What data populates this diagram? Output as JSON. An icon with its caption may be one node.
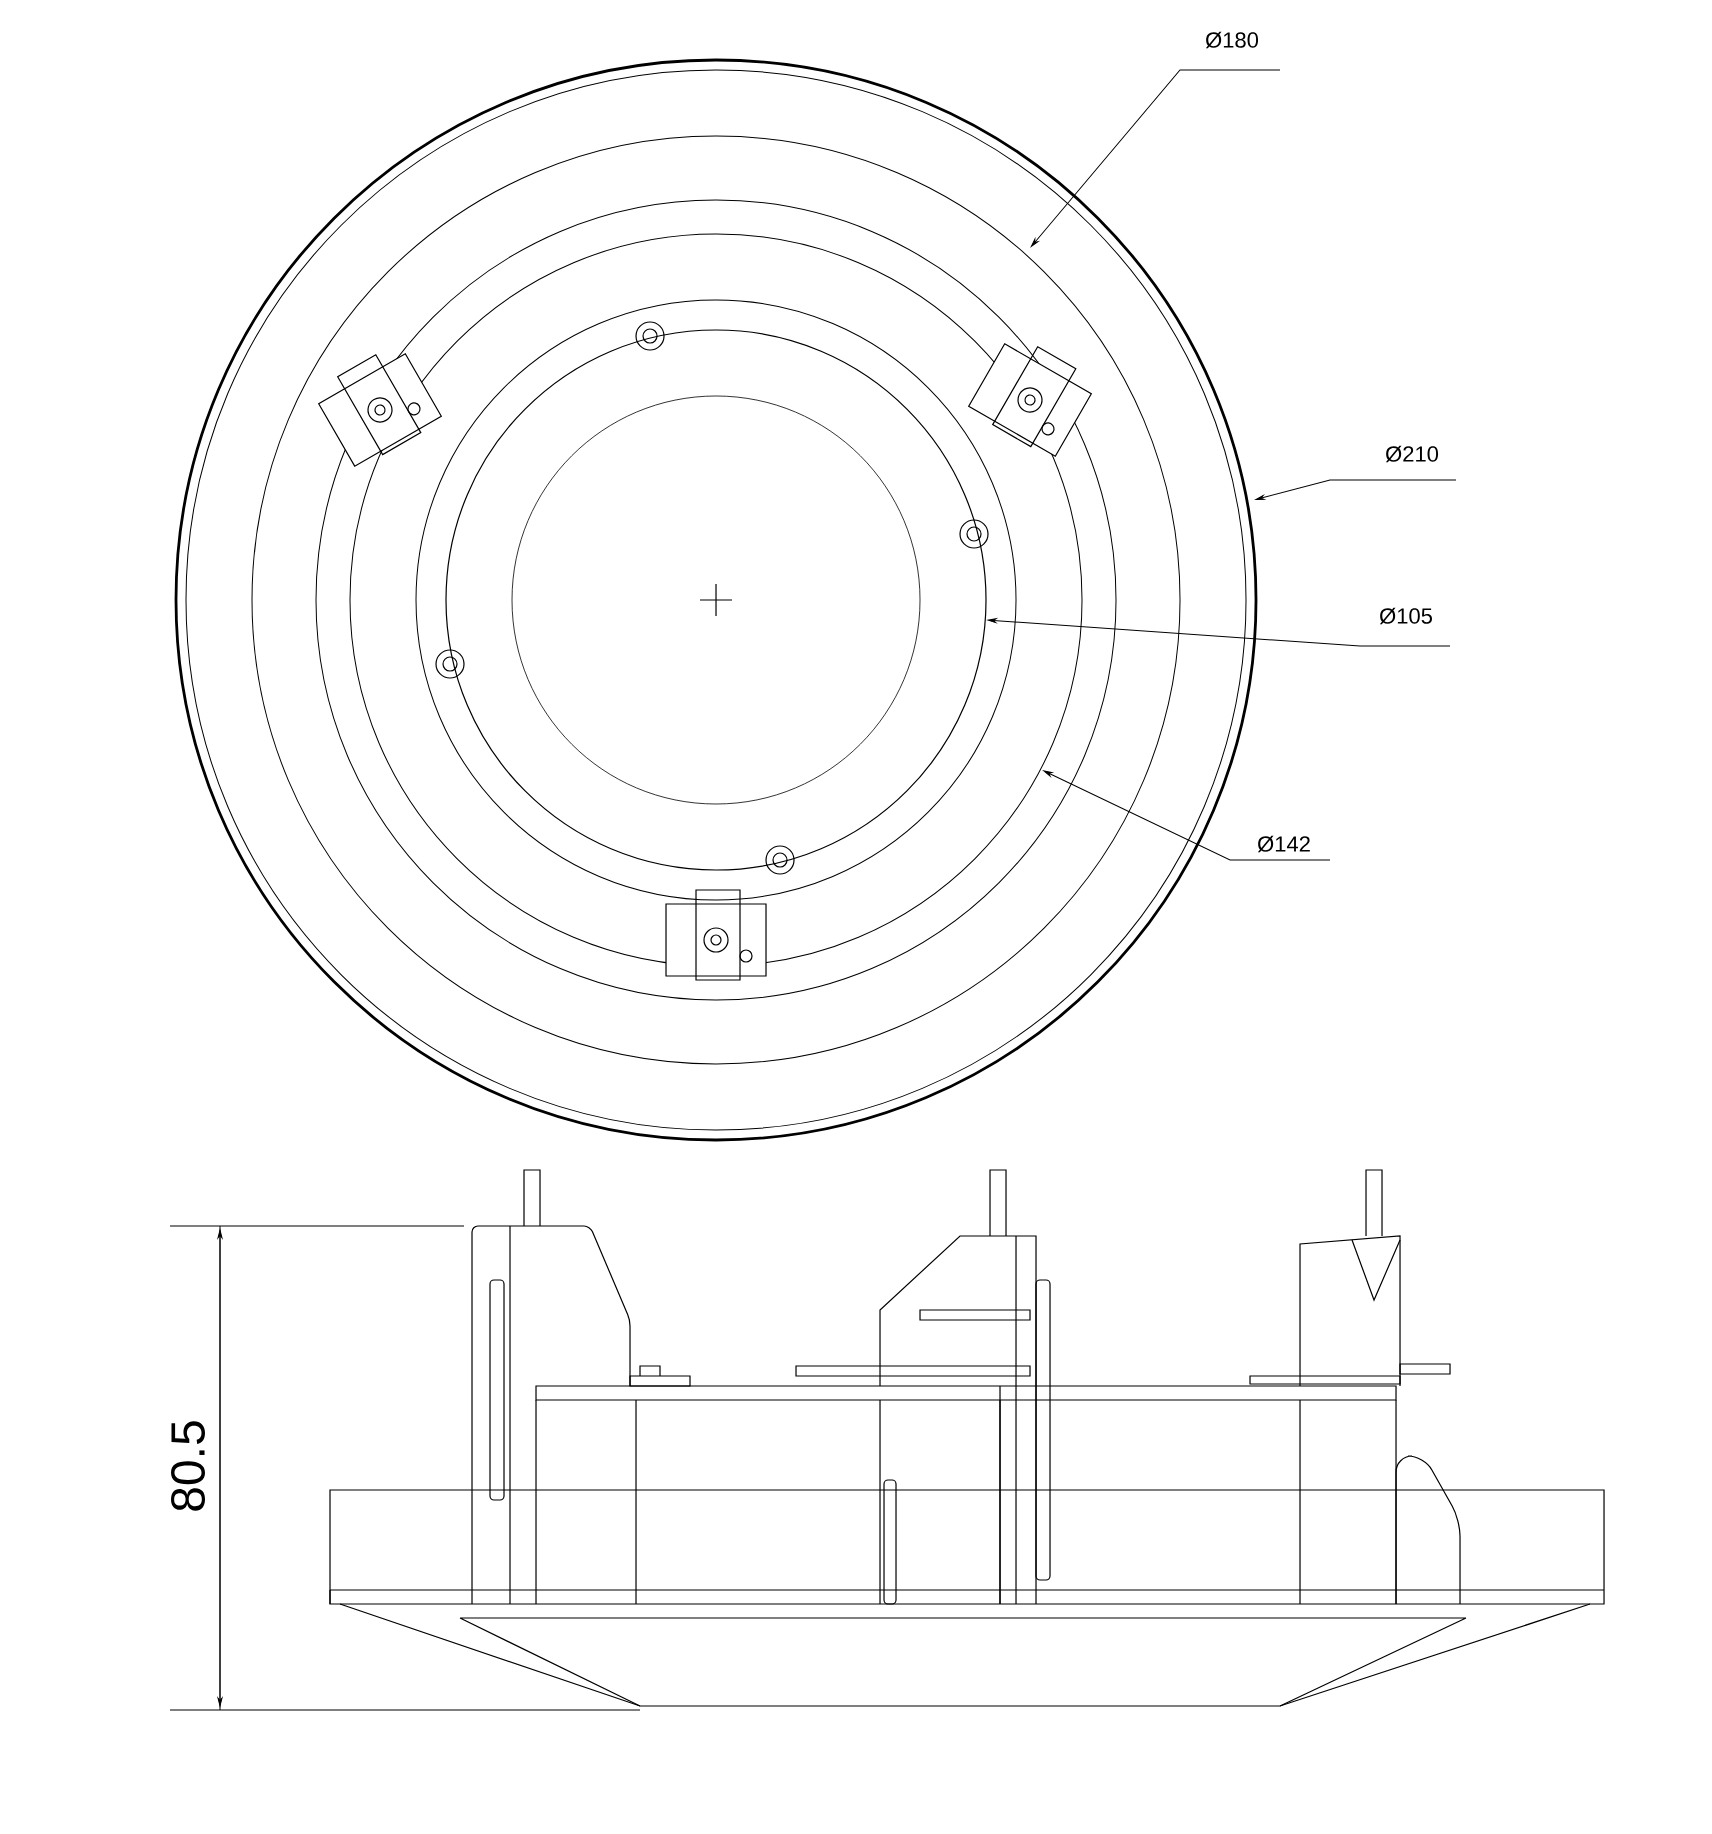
{
  "diagram": {
    "labels": [
      "Ø180",
      "Ø210",
      "Ø105",
      "Ø142",
      "80.5"
    ]
  }
}
